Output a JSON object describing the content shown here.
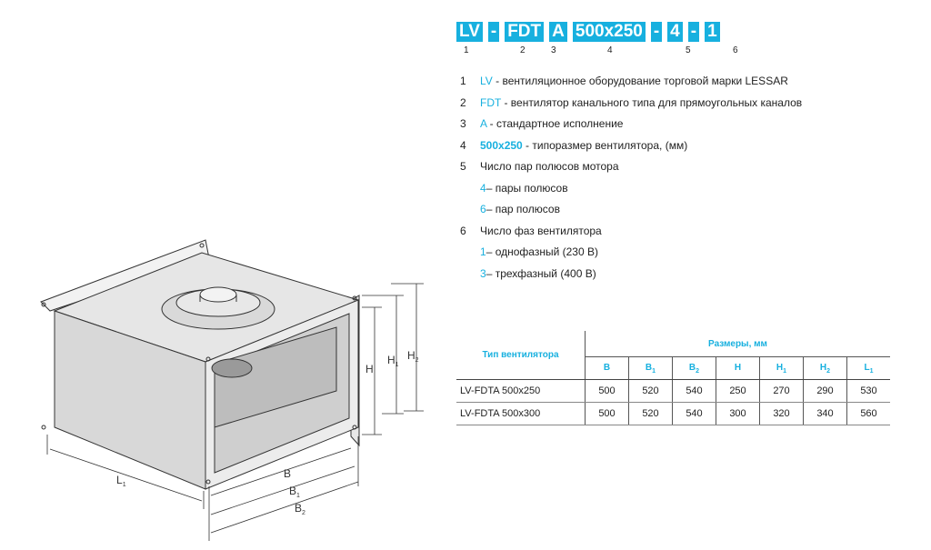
{
  "code": {
    "boxes": [
      "LV",
      "-",
      "FDT",
      "A",
      "500x250",
      "-",
      "4",
      "-",
      "1"
    ],
    "positions": [
      "1",
      "2",
      "3",
      "4",
      "5",
      "6"
    ]
  },
  "legend": [
    {
      "n": "1",
      "code": "LV",
      "text": " - вентиляционное оборудование торговой марки LESSAR"
    },
    {
      "n": "2",
      "code": "FDT",
      "text": " - вентилятор канального типа для прямоугольных каналов"
    },
    {
      "n": "3",
      "code": "A",
      "text": " - стандартное исполнение"
    },
    {
      "n": "4",
      "code": "500x250",
      "text": " - типоразмер вентилятора, (мм)"
    },
    {
      "n": "5",
      "code": "",
      "text": "Число пар полюсов мотора"
    },
    {
      "n": "",
      "code": "4",
      "text": " – пары полюсов"
    },
    {
      "n": "",
      "code": "6",
      "text": " – пар полюсов"
    },
    {
      "n": "6",
      "code": "",
      "text": "Число фаз вентилятора"
    },
    {
      "n": "",
      "code": "1",
      "text": " – однофазный (230 В)"
    },
    {
      "n": "",
      "code": "3",
      "text": " – трехфазный (400 В)"
    }
  ],
  "table": {
    "type_header": "Тип вентилятора",
    "group_header": "Размеры, мм",
    "columns": [
      {
        "base": "B",
        "sub": ""
      },
      {
        "base": "B",
        "sub": "1"
      },
      {
        "base": "B",
        "sub": "2"
      },
      {
        "base": "H",
        "sub": ""
      },
      {
        "base": "H",
        "sub": "1"
      },
      {
        "base": "H",
        "sub": "2"
      },
      {
        "base": "L",
        "sub": "1"
      }
    ],
    "rows": [
      {
        "model": "LV-FDTA 500x250",
        "values": [
          "500",
          "520",
          "540",
          "250",
          "270",
          "290",
          "530"
        ]
      },
      {
        "model": "LV-FDTA 500x300",
        "values": [
          "500",
          "520",
          "540",
          "300",
          "320",
          "340",
          "560"
        ]
      }
    ]
  },
  "drawing": {
    "labels": {
      "L1": {
        "base": "L",
        "sub": "1"
      },
      "B": {
        "base": "B",
        "sub": ""
      },
      "B1": {
        "base": "B",
        "sub": "1"
      },
      "B2": {
        "base": "B",
        "sub": "2"
      },
      "H": {
        "base": "H",
        "sub": ""
      },
      "H1": {
        "base": "H",
        "sub": "1"
      },
      "H2": {
        "base": "H",
        "sub": "2"
      }
    }
  },
  "colors": {
    "accent": "#17b0df",
    "line": "#333333"
  }
}
